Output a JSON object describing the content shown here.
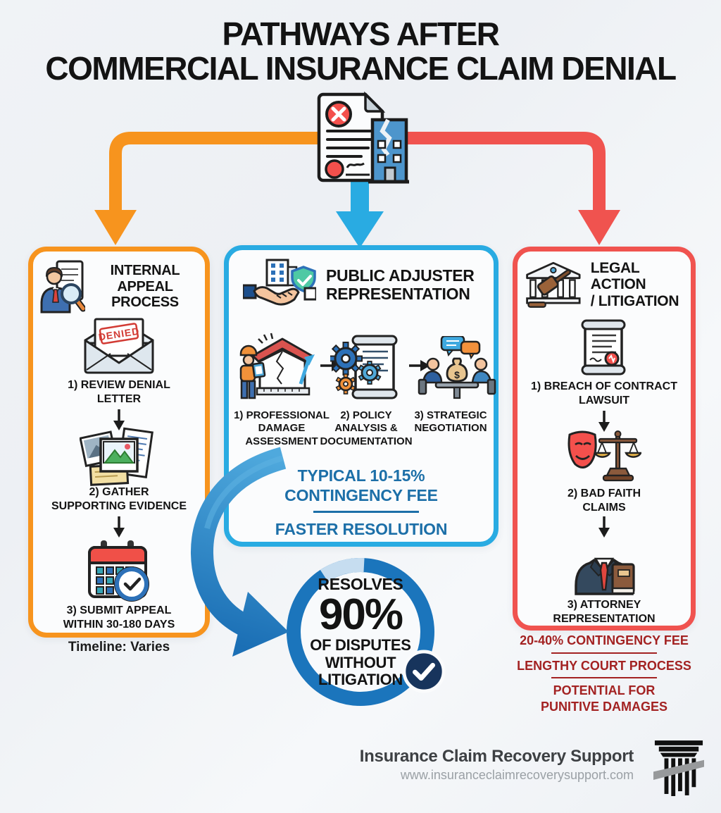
{
  "title": {
    "line1": "PATHWAYS AFTER",
    "line2": "COMMERCIAL INSURANCE CLAIM DENIAL"
  },
  "internal": {
    "header_line1": "INTERNAL",
    "header_line2": "APPEAL PROCESS",
    "stamp": "DENIED",
    "steps": [
      {
        "lines": [
          "1) REVIEW DENIAL",
          "LETTER"
        ]
      },
      {
        "lines": [
          "2) GATHER",
          "SUPPORTING EVIDENCE"
        ]
      },
      {
        "lines": [
          "3) SUBMIT APPEAL",
          "WITHIN 30-180 DAYS"
        ]
      }
    ],
    "footnote": "Timeline: Varies"
  },
  "adjuster": {
    "header_line1": "PUBLIC ADJUSTER",
    "header_line2": "REPRESENTATION",
    "steps": [
      {
        "lines": [
          "1) PROFESSIONAL",
          "DAMAGE",
          "ASSESSMENT"
        ]
      },
      {
        "lines": [
          "2) POLICY",
          "ANALYSIS &",
          "DOCUMENTATION"
        ]
      },
      {
        "lines": [
          "3) STRATEGIC",
          "NEGOTIATION"
        ]
      }
    ],
    "fee_line1": "TYPICAL 10-15%",
    "fee_line2": "CONTINGENCY FEE",
    "benefit": "FASTER RESOLUTION",
    "money_bag_symbol": "$"
  },
  "legal": {
    "header_line1": "LEGAL ACTION",
    "header_line2": "/ LITIGATION",
    "steps": [
      {
        "lines": [
          "1) BREACH OF CONTRACT",
          "LAWSUIT"
        ]
      },
      {
        "lines": [
          "2) BAD FAITH",
          "CLAIMS"
        ]
      },
      {
        "lines": [
          "3) ATTORNEY",
          "REPRESENTATION"
        ]
      }
    ],
    "cons": [
      {
        "line1": "20-40% CONTINGENCY FEE"
      },
      {
        "line1": "LENGTHY COURT PROCESS"
      },
      {
        "line1": "POTENTIAL FOR",
        "line2": "PUNITIVE DAMAGES"
      }
    ]
  },
  "badge": {
    "top": "RESOLVES",
    "value": "90%",
    "percent_highlighted": 90,
    "line2": "OF DISPUTES",
    "line3": "WITHOUT",
    "line4": "LITIGATION"
  },
  "footer": {
    "brand": "Insurance Claim Recovery Support",
    "url": "www.insuranceclaimrecoverysupport.com"
  },
  "colors": {
    "orange": "#F7941E",
    "cyan": "#29ABE2",
    "red": "#F0534F",
    "dark_blue_text": "#1C6FA8",
    "ring_blue": "#1B75BC",
    "ring_light": "#C6DDF0",
    "dark_red_text": "#A32222",
    "badge_navy": "#17345C"
  },
  "icons": {
    "denied-document-icon": "claim document with red X and cracked building",
    "internal-appeal-icon": "person with magnifying glass reviewing document",
    "denied-envelope-icon": "open envelope with stamped denial letter",
    "evidence-photos-icon": "stack of photos, notes and documents",
    "calendar-deadline-icon": "calendar with deadline clock check",
    "public-adjuster-icon": "handshake with building and verified shield",
    "damage-assessment-icon": "inspector with clipboard at damaged house",
    "policy-analysis-icon": "gears over policy scroll",
    "negotiation-icon": "two people negotiating at table with money bag",
    "legal-action-icon": "courthouse with gavel",
    "lawsuit-scroll-icon": "legal scroll with red seal",
    "bad-faith-icon": "sad mask with scales of justice",
    "attorney-icon": "attorney suit with law book",
    "check-badge-icon": "checkmark badge",
    "brand-pillar-icon": "column pillar logo"
  }
}
